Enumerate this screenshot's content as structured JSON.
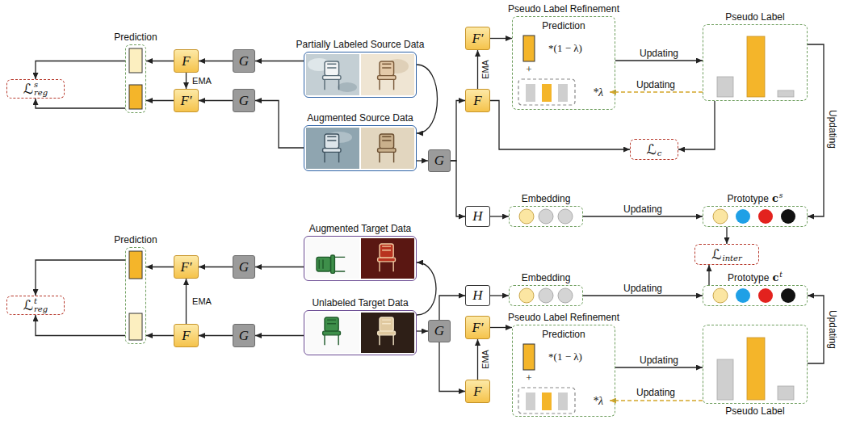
{
  "diagram": {
    "nodes": [
      {
        "text": [
          "Prediction"
        ]
      },
      {
        "text": [
          "ℒ",
          "s",
          "reg"
        ]
      },
      {
        "text": [
          "F"
        ]
      },
      {
        "text": [
          "F′"
        ]
      },
      {
        "text": [
          "G"
        ]
      },
      {
        "text": [
          "G"
        ]
      },
      {
        "text": [
          "Partially Labeled Source Data"
        ]
      },
      {
        "text": [
          "Augmented Source Data"
        ]
      },
      {
        "text": [
          "G"
        ]
      },
      {
        "text": [
          "F′"
        ]
      },
      {
        "text": [
          "F"
        ]
      },
      {
        "text": [
          "H"
        ]
      },
      {
        "text": [
          "Pseudo Label Refinement",
          "Prediction"
        ]
      },
      {
        "text": [
          "*λ"
        ],
        "in": 12
      },
      {
        "text": [
          "Pseudo Label"
        ]
      },
      {
        "text": [
          "ℒ",
          "c"
        ]
      },
      {
        "text": [
          "Embedding"
        ]
      },
      {
        "text": [
          "Prototype",
          "c",
          "s"
        ]
      },
      {
        "text": [
          "ℒ",
          "inter"
        ]
      },
      {
        "text": [
          "Prediction"
        ]
      },
      {
        "text": [
          "ℒ",
          "t",
          "reg"
        ]
      },
      {
        "text": [
          "F′"
        ]
      },
      {
        "text": [
          "F"
        ]
      },
      {
        "text": [
          "G"
        ]
      },
      {
        "text": [
          "G"
        ]
      },
      {
        "text": [
          "Augmented Target Data"
        ]
      },
      {
        "text": [
          "Unlabeled Target Data"
        ]
      },
      {
        "text": [
          "H"
        ]
      },
      {
        "text": [
          "Embedding"
        ]
      },
      {
        "text": [
          "Prototype",
          "c",
          "t"
        ]
      },
      {
        "text": [
          "G"
        ]
      },
      {
        "text": [
          "F′"
        ]
      },
      {
        "text": [
          "F"
        ]
      },
      {
        "text": [
          "Pseudo Label Refinement",
          "Prediction"
        ]
      },
      {
        "text": [
          "*λ"
        ],
        "in": 33
      },
      {
        "text": [
          "Pseudo Label"
        ]
      }
    ],
    "edges": [
      {
        "from": 6,
        "to": 4,
        "arrow": "to"
      },
      {
        "from": 4,
        "to": 2,
        "arrow": "to"
      },
      {
        "from": 2,
        "to": 0,
        "arrow": "to"
      },
      {
        "from": 0,
        "to": 1,
        "arrow": "to"
      },
      {
        "from": 0,
        "to": 1,
        "arrow": "to"
      },
      {
        "from": 2,
        "to": 3,
        "label": "EMA",
        "arrow": "to"
      },
      {
        "from": 7,
        "to": 5,
        "arrow": "to"
      },
      {
        "from": 5,
        "to": 3,
        "arrow": "to"
      },
      {
        "from": 3,
        "to": 0,
        "arrow": "to"
      },
      {
        "from": 6,
        "to": 7,
        "arrow": "to"
      },
      {
        "from": 7,
        "to": 8,
        "arrow": "to"
      },
      {
        "from": 8,
        "to": 10,
        "arrow": "to"
      },
      {
        "from": 8,
        "to": 11,
        "arrow": "to"
      },
      {
        "from": 10,
        "to": 9,
        "label": "EMA",
        "arrow": "to"
      },
      {
        "from": 9,
        "to": 12,
        "arrow": "to"
      },
      {
        "from": 12,
        "to": 14,
        "label": "Updating",
        "arrow": "to"
      },
      {
        "from": 14,
        "to": 13,
        "label": "Updating",
        "arrow": "to"
      },
      {
        "from": 10,
        "to": 15,
        "arrow": "to"
      },
      {
        "from": 14,
        "to": 15,
        "arrow": "to"
      },
      {
        "from": 11,
        "to": 16,
        "arrow": "to"
      },
      {
        "from": 16,
        "to": 17,
        "label": "Updating",
        "arrow": "to"
      },
      {
        "from": 14,
        "to": 17,
        "label": "Updating",
        "arrow": "to"
      },
      {
        "from": 17,
        "to": 18,
        "arrow": "to"
      },
      {
        "from": 29,
        "to": 18,
        "arrow": "to"
      },
      {
        "from": 25,
        "to": 23,
        "arrow": "to"
      },
      {
        "from": 23,
        "to": 21,
        "arrow": "to"
      },
      {
        "from": 21,
        "to": 19,
        "arrow": "to"
      },
      {
        "from": 19,
        "to": 20,
        "arrow": "to"
      },
      {
        "from": 19,
        "to": 20,
        "arrow": "to"
      },
      {
        "from": 22,
        "to": 21,
        "label": "EMA",
        "arrow": "to"
      },
      {
        "from": 26,
        "to": 24,
        "arrow": "to"
      },
      {
        "from": 24,
        "to": 22,
        "arrow": "to"
      },
      {
        "from": 22,
        "to": 19,
        "arrow": "to"
      },
      {
        "from": 26,
        "to": 25,
        "arrow": "to"
      },
      {
        "from": 26,
        "to": 30,
        "arrow": "to"
      },
      {
        "from": 30,
        "to": 27,
        "arrow": "to"
      },
      {
        "from": 30,
        "to": 32,
        "arrow": "to"
      },
      {
        "from": 32,
        "to": 31,
        "label": "EMA",
        "arrow": "to"
      },
      {
        "from": 31,
        "to": 33,
        "arrow": "to"
      },
      {
        "from": 33,
        "to": 35,
        "label": "Updating",
        "arrow": "to"
      },
      {
        "from": 35,
        "to": 34,
        "label": "Updating",
        "arrow": "to"
      },
      {
        "from": 27,
        "to": 28,
        "arrow": "to"
      },
      {
        "from": 28,
        "to": 29,
        "label": "Updating",
        "arrow": "to"
      },
      {
        "from": 35,
        "to": 29,
        "label": "Updating",
        "arrow": "to"
      }
    ],
    "labels": [
      "*(1 − λ)",
      "+",
      "*(1 − λ)",
      "+"
    ]
  }
}
